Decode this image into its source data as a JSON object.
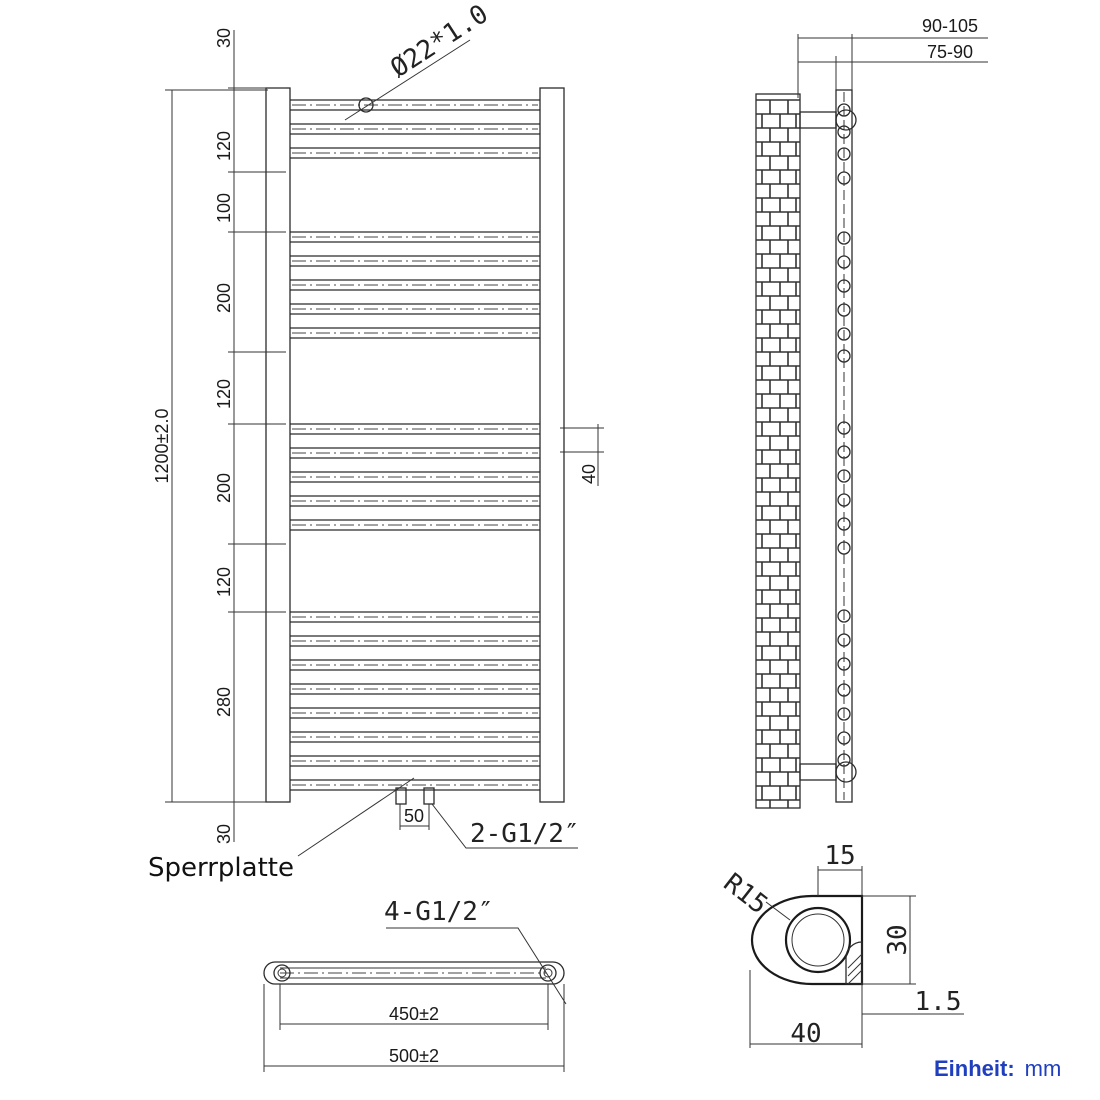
{
  "front_view": {
    "pipe_diameter": "Ø22*1.0",
    "total_height": "1200±2.0",
    "segments": [
      "30",
      "120",
      "100",
      "200",
      "120",
      "200",
      "120",
      "280",
      "30"
    ],
    "rail_offset": "40",
    "connection_spacing": "50",
    "connection_thread": "2-G1/2″",
    "sperrplatte_label": "Sperrplatte"
  },
  "side_view": {
    "depth_outer": "90-105",
    "depth_inner": "75-90"
  },
  "bottom_view": {
    "connections": "4-G1/2″",
    "inner_width": "450±2",
    "outer_width": "500±2"
  },
  "profile_detail": {
    "radius": "R15",
    "width_top": "15",
    "height": "30",
    "wall_thickness": "1.5",
    "width": "40"
  },
  "unit": {
    "label": "Einheit:",
    "value": "mm"
  }
}
